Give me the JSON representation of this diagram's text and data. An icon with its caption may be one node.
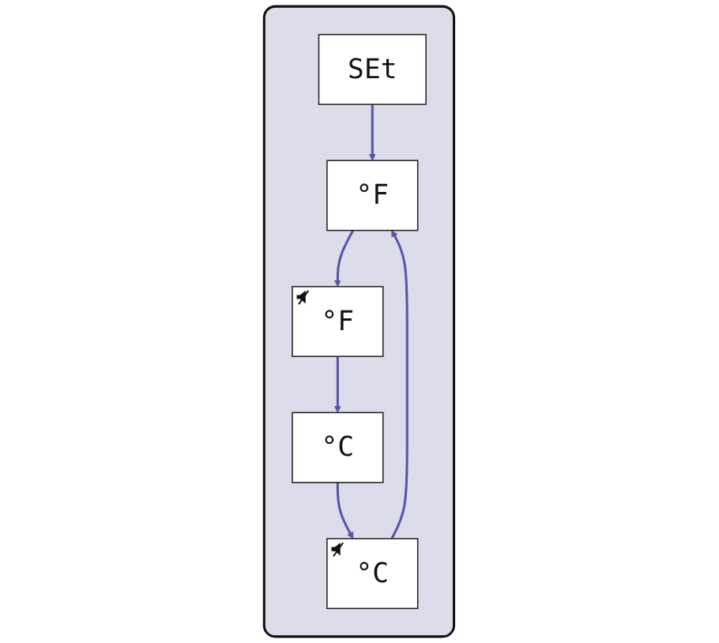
{
  "diagram": {
    "nodes": [
      {
        "text": [],
        "shape": "box"
      },
      {
        "text": [
          "SEt"
        ],
        "in": 0
      },
      {
        "text": [
          "°F"
        ],
        "in": 0
      },
      {
        "text": [
          "°F"
        ],
        "in": 0
      },
      {
        "text": [
          "°C"
        ],
        "in": 0
      },
      {
        "text": [
          "°C"
        ],
        "in": 0
      }
    ],
    "edges": [
      {
        "from": 1,
        "to": 2,
        "arrow": "to"
      },
      {
        "from": 2,
        "to": 3,
        "arrow": "to"
      },
      {
        "from": 3,
        "to": 4,
        "arrow": "to"
      },
      {
        "from": 4,
        "to": 5,
        "arrow": "to"
      },
      {
        "from": 5,
        "to": 2,
        "arrow": "to"
      }
    ]
  }
}
